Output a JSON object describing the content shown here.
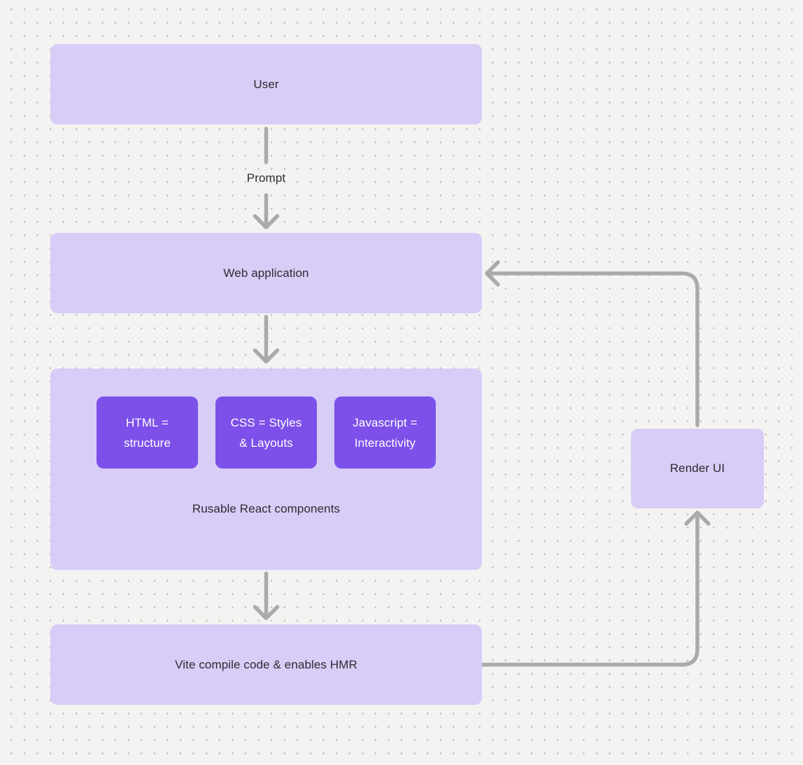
{
  "colors": {
    "bg": "#f4f3f1",
    "dot_color": "#b9b7b4",
    "box_fill": "#d7cdf7",
    "chip_fill": "#7c50e9",
    "chip_text": "#ffffff",
    "text": "#2d2b30",
    "connector": "#acaaa8"
  },
  "nodes": {
    "user": {
      "label": "User"
    },
    "web_application": {
      "label": "Web application"
    },
    "components": {
      "caption": "Rusable React components",
      "chips": [
        {
          "label": "HTML =\nstructure"
        },
        {
          "label": "CSS = Styles\n& Layouts"
        },
        {
          "label": "Javascript =\nInteractivity"
        }
      ]
    },
    "vite": {
      "label": "Vite compile code & enables HMR"
    },
    "render_ui": {
      "label": "Render UI"
    }
  },
  "connectors": {
    "prompt_label": "Prompt"
  }
}
